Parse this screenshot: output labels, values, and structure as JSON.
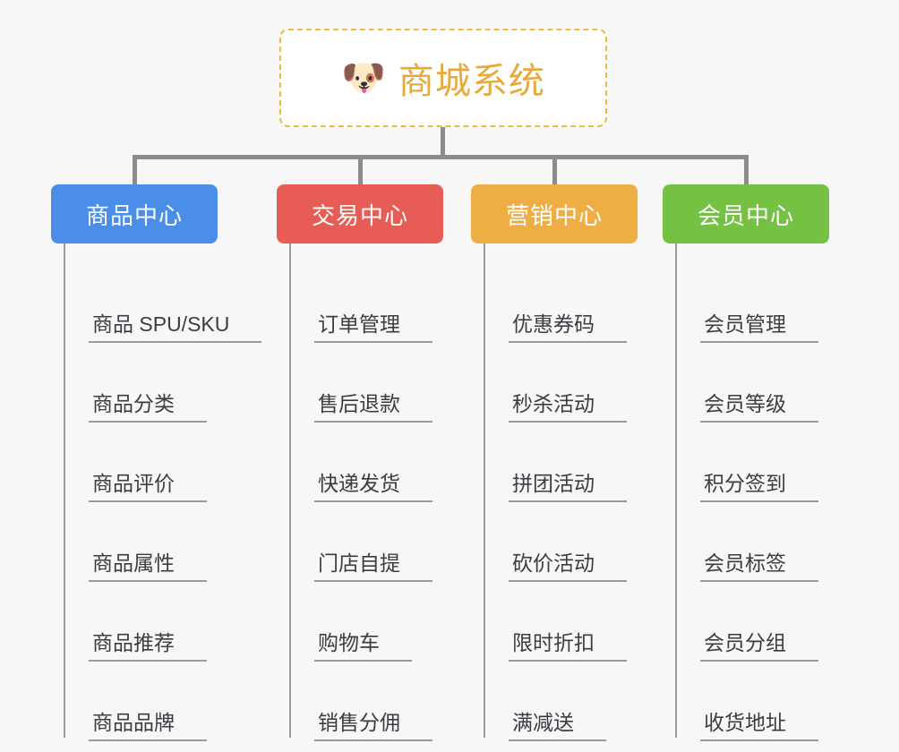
{
  "diagram": {
    "type": "org-chart-mindmap",
    "background_color": "#f7f7f7",
    "root": {
      "icon": "shiba-dog-face-icon",
      "icon_glyph": "🐶",
      "title": "商城系统",
      "title_color": "#e8a93c",
      "border_color": "#f0b83e",
      "border_style": "dashed",
      "fill_color": "#ffffff"
    },
    "connector_color": "#8c8c8c",
    "columns": [
      {
        "id": "product-center",
        "label": "商品中心",
        "color": "#4a8ee8",
        "color_class": "cat-blue",
        "items": [
          "商品 SPU/SKU",
          "商品分类",
          "商品评价",
          "商品属性",
          "商品推荐",
          "商品品牌"
        ]
      },
      {
        "id": "trade-center",
        "label": "交易中心",
        "color": "#e75c55",
        "color_class": "cat-red",
        "items": [
          "订单管理",
          "售后退款",
          "快递发货",
          "门店自提",
          "购物车",
          "销售分佣"
        ]
      },
      {
        "id": "marketing-center",
        "label": "营销中心",
        "color": "#eeae43",
        "color_class": "cat-orange",
        "items": [
          "优惠券码",
          "秒杀活动",
          "拼团活动",
          "砍价活动",
          "限时折扣",
          "满减送"
        ]
      },
      {
        "id": "member-center",
        "label": "会员中心",
        "color": "#74c144",
        "color_class": "cat-green",
        "items": [
          "会员管理",
          "会员等级",
          "积分签到",
          "会员标签",
          "会员分组",
          "收货地址"
        ]
      }
    ]
  }
}
